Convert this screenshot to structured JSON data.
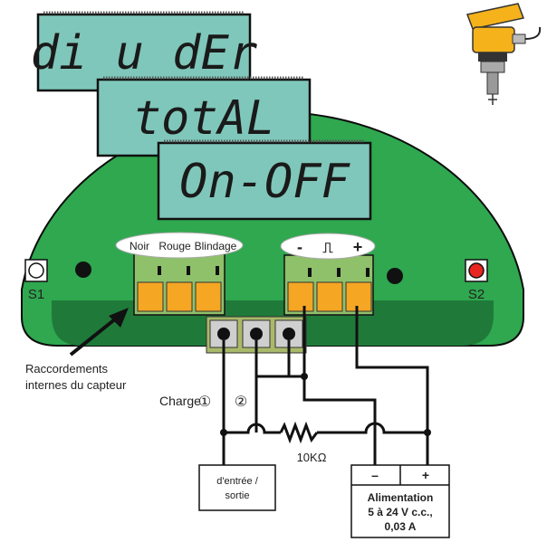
{
  "colors": {
    "board_green": "#2fa84f",
    "board_dark": "#1f7a3a",
    "lcd_face": "#7fc7ba",
    "terminal_orange": "#f5a623",
    "terminal_green": "#8fc06a",
    "wire": "#111111",
    "s2_red": "#e8251f"
  },
  "icons": [
    "sensor-device-icon",
    "arrow-icon",
    "resistor-icon"
  ],
  "displays": [
    {
      "text": "di u dEr"
    },
    {
      "text": "totAL"
    },
    {
      "text": "On-OFF"
    }
  ],
  "left_terminal": {
    "labels": [
      "Noir",
      "Rouge",
      "Blindage"
    ]
  },
  "right_terminal": {
    "labels": [
      "-",
      "⎍",
      "+"
    ]
  },
  "switches": {
    "s1": "S1",
    "s2": "S2"
  },
  "annotations": {
    "internal_line1": "Raccordements",
    "internal_line2": "internes du capteur",
    "charge": "Charge",
    "num1": "①",
    "num2": "②",
    "resistor": "10KΩ"
  },
  "load_box": {
    "line1": "d'entrée /",
    "line2": "sortie"
  },
  "power_box": {
    "minus": "–",
    "plus": "+",
    "line1": "Alimentation",
    "line2": "5 à 24 V c.c.,",
    "line3": "0,03 A"
  }
}
